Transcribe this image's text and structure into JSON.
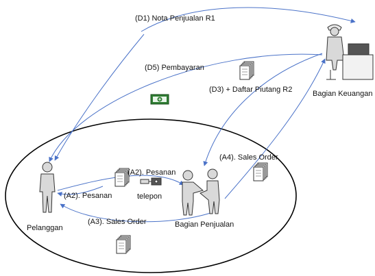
{
  "diagram": {
    "colors": {
      "arrow": "#4a72c8",
      "ellipse": "#000000",
      "figure_stroke": "#333333",
      "figure_fill": "#d9d9d9",
      "money_fill": "#2e7d32"
    },
    "labels": {
      "d1": "(D1) Nota Penjualan R1",
      "d5": "(D5) Pembayaran",
      "d3": "(D3) + Daftar Piutang R2",
      "bagian_keuangan": "Bagian Keuangan",
      "a4": "(A4). Sales Order",
      "a2_left": "(A2).  Pesanan",
      "a2_mid": "(A2).  Pesanan",
      "telepon": "telepon",
      "pelanggan": "Pelanggan",
      "a3": "(A3).  Sales Order",
      "bagian_penjualan": "Bagian Penjualan"
    },
    "icons": [
      "person-icon",
      "handshake-icon",
      "accountant-desk-icon",
      "document-stack-icon",
      "money-icon",
      "telephone-icon"
    ]
  }
}
